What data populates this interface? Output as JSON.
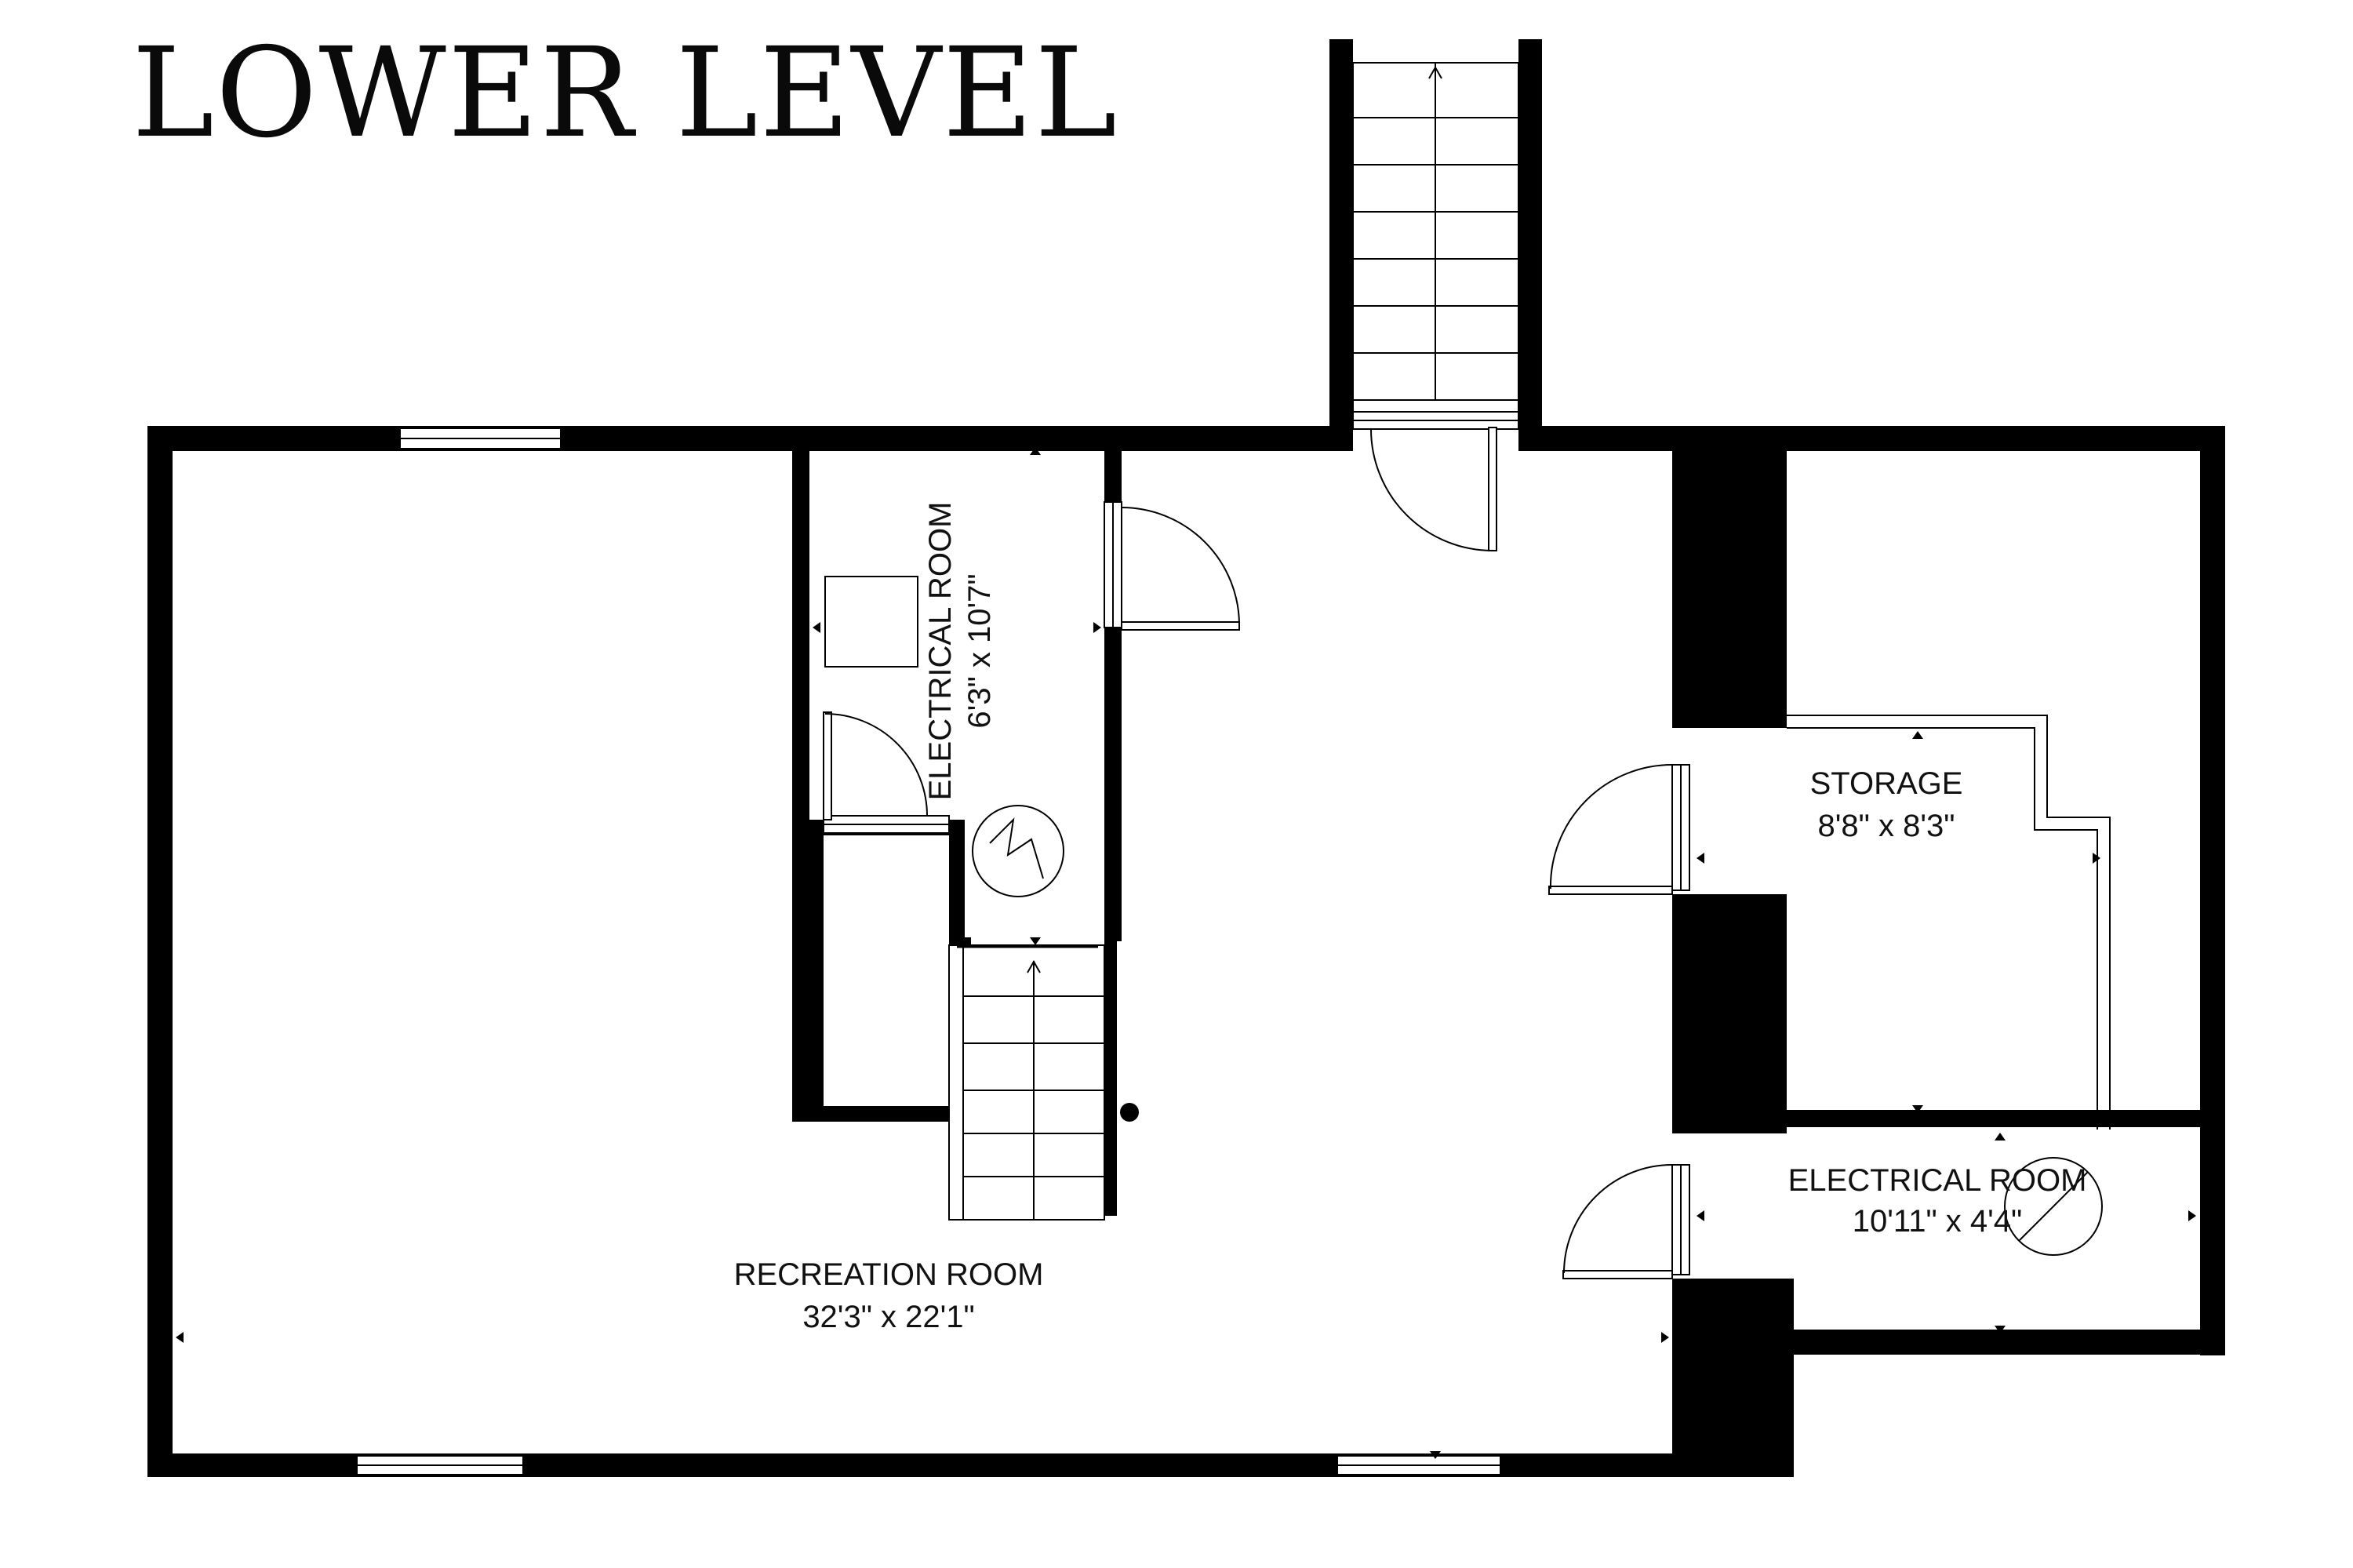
{
  "title": "LOWER LEVEL",
  "colors": {
    "wall": "#000000",
    "line": "#000000",
    "background": "#ffffff"
  },
  "rooms": {
    "recreation": {
      "name": "RECREATION ROOM",
      "dims": "32'3\" x 22'1\""
    },
    "electrical_main": {
      "name": "ELECTRICAL ROOM",
      "dims": "6'3\" x 10'7\""
    },
    "storage": {
      "name": "STORAGE",
      "dims": "8'8\" x 8'3\""
    },
    "electrical_small": {
      "name": "ELECTRICAL ROOM",
      "dims": "10'11\" x 4'4\""
    }
  },
  "icons": [
    "electrical-panel-icon",
    "no-entry-icon",
    "stair-arrow-icon"
  ]
}
